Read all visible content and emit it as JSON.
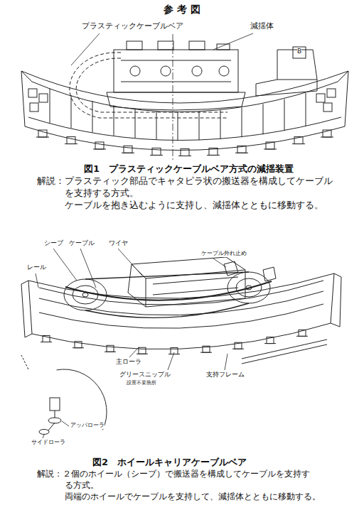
{
  "diagram": {
    "title": "参 考 図",
    "labels": [
      "プラスティックケーブルベア",
      "減揺体",
      "B",
      "図1　プラスティックケーブルベア方式の減揺装置",
      "解説：プラスティック部品でキャタピラ状の搬送器を構成してケーブル",
      "を支持する方式。",
      "ケーブルを抱き込むように支持し、減揺体とともに移動する。",
      "シーブ",
      "ケーブル",
      "ワイヤ",
      "ケーブル外れ止め",
      "レール",
      "主ローラ",
      "グリースニップル",
      "設置不要箇所",
      "支持フレーム",
      "アッパローラ",
      "サイドローラ",
      "図2　ホイールキャリアケーブルベア",
      "解説：２個のホイール（シーブ）で搬送器を構成してケーブルを支持す",
      "る方式。",
      "両端のホイールでケーブルを支持して、減揺体とともに移動する。"
    ]
  }
}
